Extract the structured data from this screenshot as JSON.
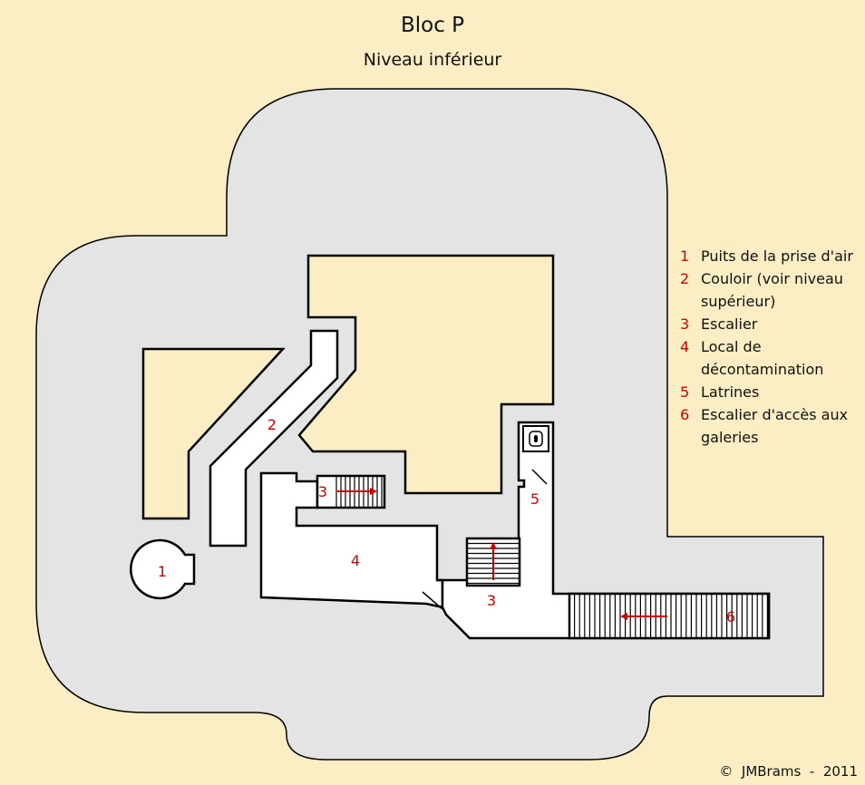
{
  "header": {
    "title": "Bloc P",
    "subtitle": "Niveau inférieur"
  },
  "plan": {
    "labels": {
      "puits": "1",
      "couloir": "2",
      "escalier_a": "3",
      "escalier_b": "3",
      "local": "4",
      "latrines": "5",
      "galeries": "6"
    },
    "colors": {
      "background": "#fbeec5",
      "concrete": "#e4e4e4",
      "room": "#ffffff",
      "outline": "#000000",
      "accent": "#cc0000"
    }
  },
  "legend": {
    "items": [
      {
        "num": "1",
        "text": "Puits de la prise d'air"
      },
      {
        "num": "2",
        "text": "Couloir (voir niveau supérieur)"
      },
      {
        "num": "3",
        "text": "Escalier"
      },
      {
        "num": "4",
        "text": "Local de décontamination"
      },
      {
        "num": "5",
        "text": "Latrines"
      },
      {
        "num": "6",
        "text": "Escalier d'accès aux galeries"
      }
    ]
  },
  "footer": {
    "credit": "©  JMBrams  -  2011"
  }
}
